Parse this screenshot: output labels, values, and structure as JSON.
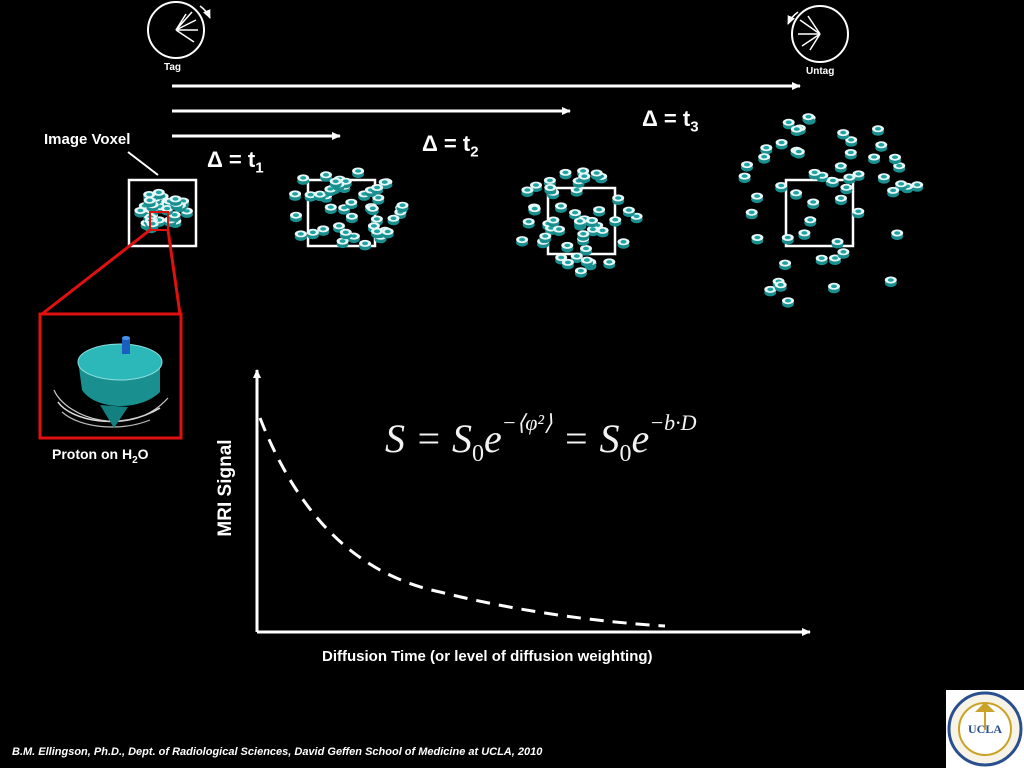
{
  "labels": {
    "tag": "Tag",
    "untag": "Untag",
    "image_voxel": "Image Voxel",
    "proton": "Proton on H",
    "proton_sub": "2",
    "proton_end": "O",
    "delta_t1": "Δ = t",
    "delta_t1_sub": "1",
    "delta_t2": "Δ = t",
    "delta_t2_sub": "2",
    "delta_t3": "Δ = t",
    "delta_t3_sub": "3",
    "y_axis": "MRI Signal",
    "x_axis": "Diffusion Time (or level of diffusion weighting)",
    "credit": "B.M. Ellingson, Ph.D., Dept. of Radiological Sciences, David Geffen School of Medicine at UCLA, 2010",
    "logo_text": "UCLA"
  },
  "formula": {
    "s": "S = S",
    "s0_sub": "0",
    "e": "e",
    "exp1": "−⟨φ²⟩",
    "eq": " = S",
    "s0_sub2": "0",
    "e2": "e",
    "exp2": "−b·D"
  },
  "colors": {
    "proton": "#1fa3a3",
    "voxel_box": "#ffffff",
    "highlight": "#e01010",
    "curve": "#ffffff"
  },
  "icons": [
    "spinning-top-icon",
    "compass-tag-icon",
    "compass-untag-icon",
    "ucla-seal-icon"
  ]
}
